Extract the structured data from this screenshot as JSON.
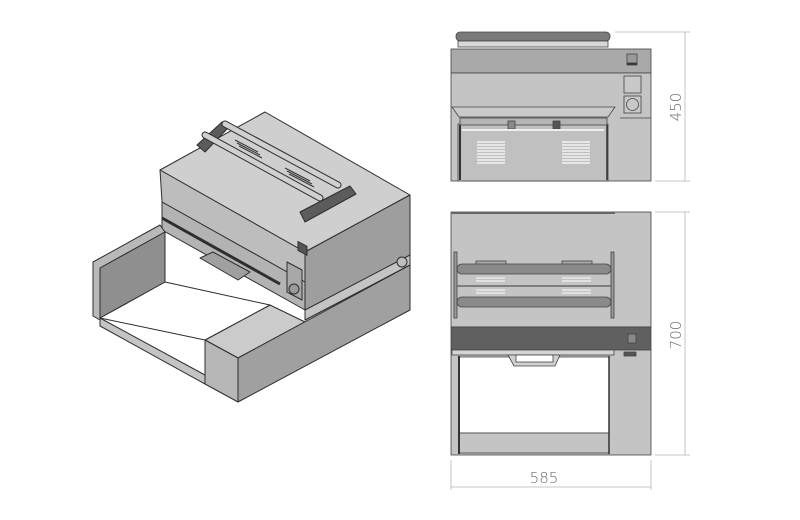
{
  "drawing": {
    "views": {
      "isometric": {
        "label": "isometric-view"
      },
      "front": {
        "label": "front-view"
      },
      "top": {
        "label": "top-view"
      }
    },
    "dimensions": {
      "height": "450",
      "depth": "700",
      "width": "585"
    },
    "colors": {
      "body_light": "#c4c4c4",
      "body_mid": "#a9a9a9",
      "body_dark": "#606060",
      "line": "#2e2e2e",
      "dim_line": "#b5b5b5",
      "dim_text": "#6a6a6a"
    }
  }
}
